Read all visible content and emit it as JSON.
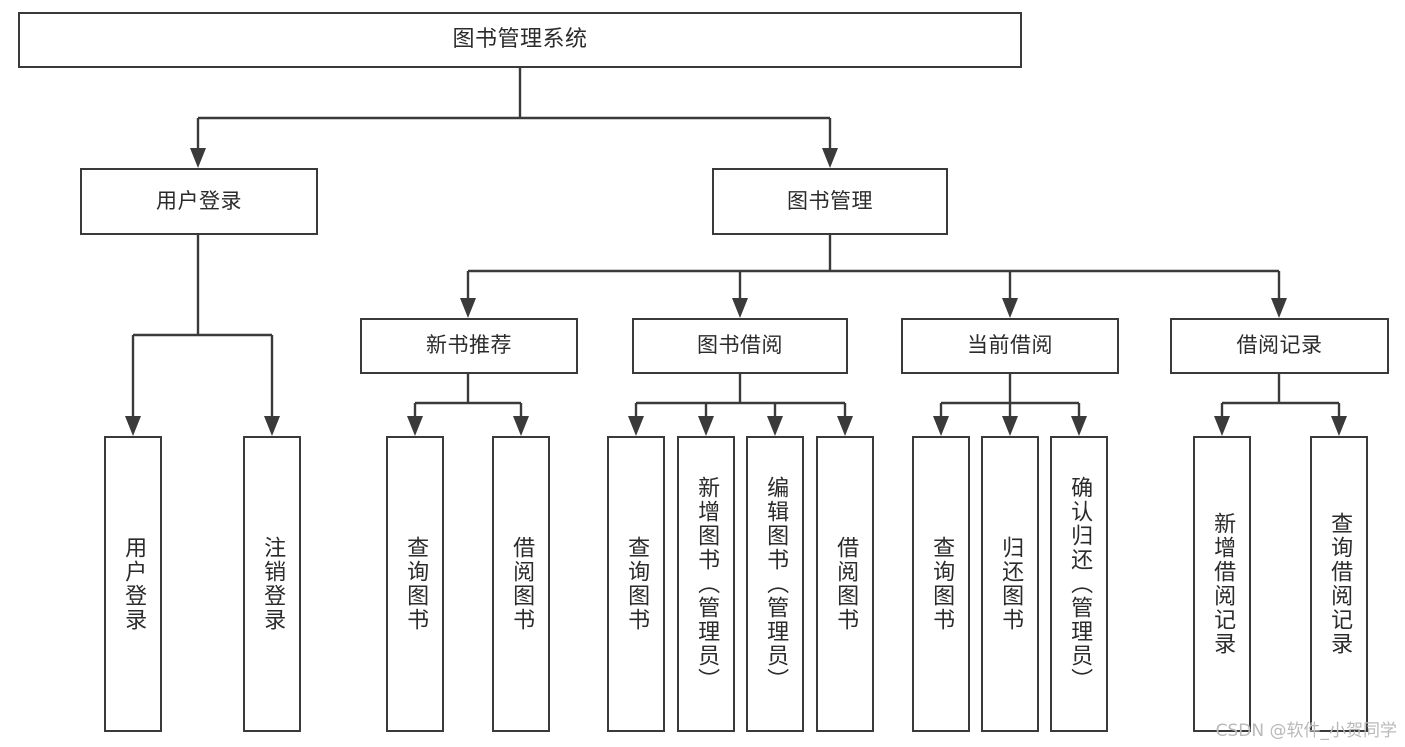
{
  "diagram": {
    "title": "图书管理系统",
    "type": "tree",
    "watermark": "CSDN @软件_小贺同学",
    "levels": {
      "root": {
        "label": "图书管理系统"
      },
      "level2": [
        {
          "label": "用户登录"
        },
        {
          "label": "图书管理"
        }
      ],
      "level3": [
        {
          "label": "新书推荐"
        },
        {
          "label": "图书借阅"
        },
        {
          "label": "当前借阅"
        },
        {
          "label": "借阅记录"
        }
      ],
      "leaves": [
        {
          "label": "用户登录",
          "parent": "用户登录"
        },
        {
          "label": "注销登录",
          "parent": "用户登录"
        },
        {
          "label": "查询图书",
          "parent": "新书推荐"
        },
        {
          "label": "借阅图书",
          "parent": "新书推荐"
        },
        {
          "label": "查询图书",
          "parent": "图书借阅"
        },
        {
          "label": "新增图书（管理员）",
          "parent": "图书借阅"
        },
        {
          "label": "编辑图书（管理员）",
          "parent": "图书借阅"
        },
        {
          "label": "借阅图书",
          "parent": "图书借阅"
        },
        {
          "label": "查询图书",
          "parent": "当前借阅"
        },
        {
          "label": "归还图书",
          "parent": "当前借阅"
        },
        {
          "label": "确认归还（管理员）",
          "parent": "当前借阅"
        },
        {
          "label": "新增借阅记录",
          "parent": "借阅记录"
        },
        {
          "label": "查询借阅记录",
          "parent": "借阅记录"
        }
      ]
    },
    "colors": {
      "stroke": "#3a3a3a",
      "text": "#2b2b2b",
      "background": "#ffffff",
      "watermark": "#b9b9b9"
    }
  }
}
